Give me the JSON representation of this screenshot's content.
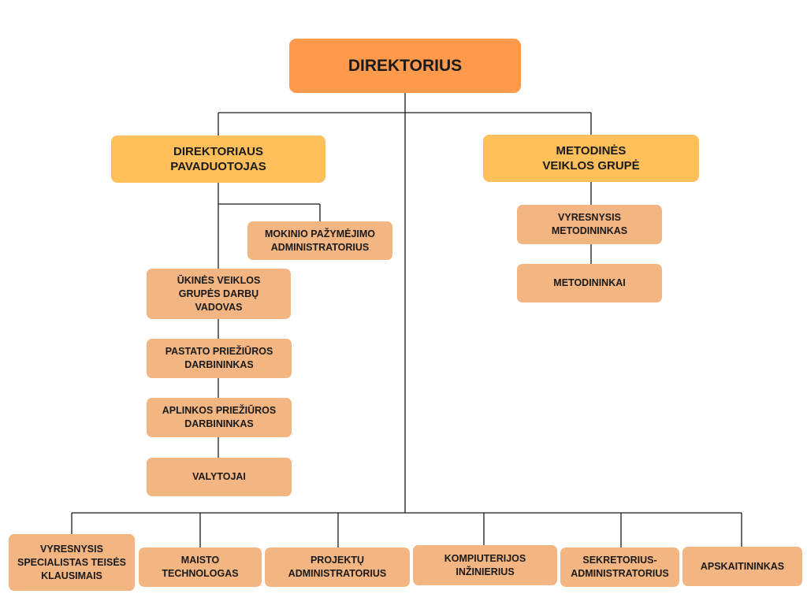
{
  "chart": {
    "director": "DIREKTORIUS",
    "deputy": "DIREKTORIAUS\nPAVADUOTOJAS",
    "methodical_group": "METODINĖS\nVEIKLOS GRUPĖ",
    "student_id_admin": "MOKINIO PAŽYMĖJIMO\nADMINISTRATORIUS",
    "facility_leader": "ŪKINĖS VEIKLOS\nGRUPĖS DARBŲ\nVADOVAS",
    "building_worker": "PASTATO PRIEŽIŪROS\nDARBININKAS",
    "grounds_worker": "APLINKOS PRIEŽIŪROS\nDARBININKAS",
    "cleaners": "VALYTOJAI",
    "senior_methodologist": "VYRESNYSIS\nMETODININKAS",
    "methodologists": "METODININKAI",
    "legal_specialist": "VYRESNYSIS\nSPECIALISTAS TEISĖS\nKLAUSIMAIS",
    "food_technologist": "MAISTO\nTECHNOLOGAS",
    "project_admin": "PROJEKTŲ\nADMINISTRATORIUS",
    "it_engineer": "KOMPIUTERIJOS\nINŽINIERIUS",
    "secretary_admin": "SEKRETORIUS-\nADMINISTRATORIUS",
    "accountant": "APSKAITININKAS"
  },
  "colors": {
    "level1": "#ff9a4d",
    "level2": "#ffbf5a",
    "level3": "#f3b581",
    "connector": "#1a1a1a"
  }
}
